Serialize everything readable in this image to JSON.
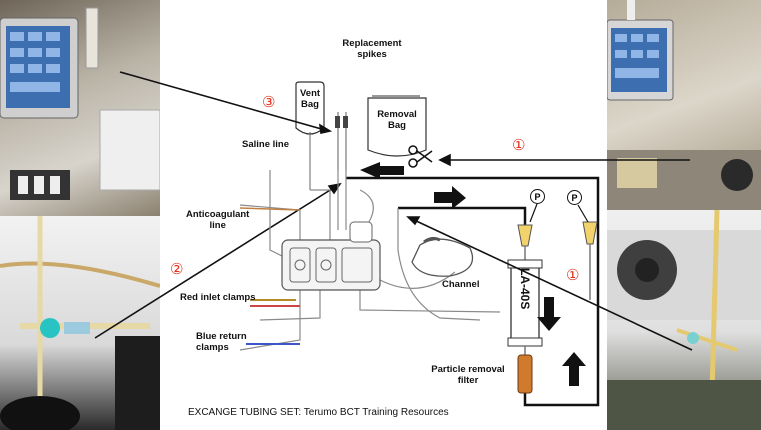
{
  "labels": {
    "replacement_spikes": "Replacement\nspikes",
    "vent_bag": "Vent\nBag",
    "removal_bag": "Removal\nBag",
    "saline_line": "Saline line",
    "anticoagulant_line": "Anticoagulant\nline",
    "red_inlet_clamps": "Red inlet clamps",
    "blue_return_clamps": "Blue return\nclamps",
    "channel": "Channel",
    "la40s": "LA-40S",
    "particle_filter": "Particle removal\nfilter",
    "pressure_gauge": "P"
  },
  "markers": {
    "m1_top": "①",
    "m1_right": "①",
    "m2": "②",
    "m3": "③"
  },
  "caption": "EXCANGE TUBING SET: Terumo BCT Training Resources",
  "colors": {
    "marker": "#e0301e",
    "filter": "#d07a2e",
    "connector": "#f2d36b"
  }
}
